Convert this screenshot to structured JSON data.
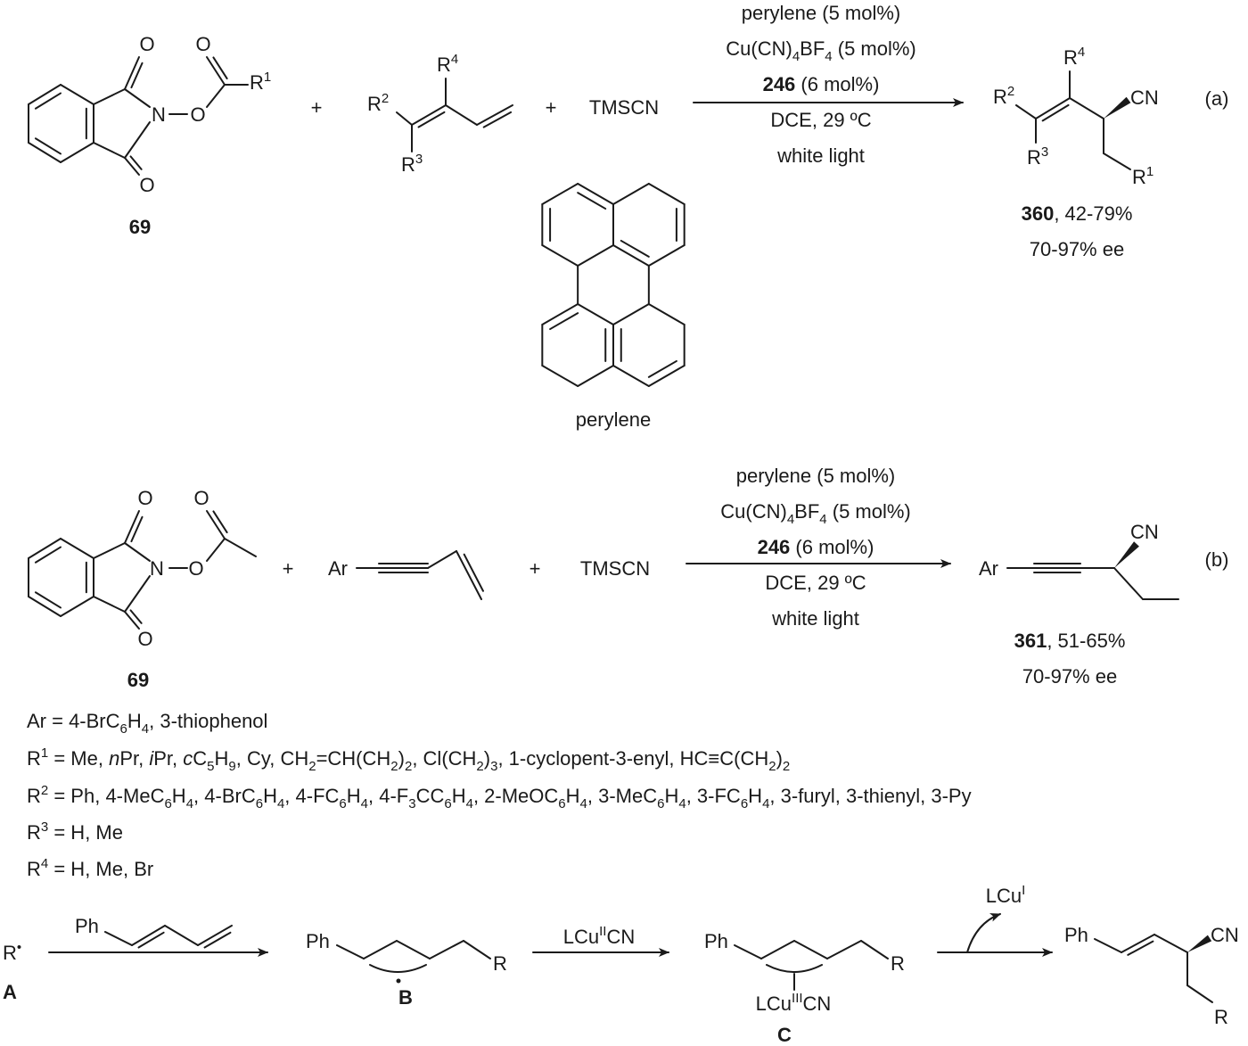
{
  "scheme_a": {
    "reactant_label": "69",
    "atoms": {
      "o_top": "O",
      "o_bottom": "O",
      "n": "N",
      "o_link": "O",
      "o_ester": "O"
    },
    "r1": [
      {
        "t": "R"
      },
      {
        "t": "1",
        "s": "sup"
      }
    ],
    "plus1": "+",
    "plus2": "+",
    "diene_r2": [
      {
        "t": "R"
      },
      {
        "t": "2",
        "s": "sup"
      }
    ],
    "diene_r3": [
      {
        "t": "R"
      },
      {
        "t": "3",
        "s": "sup"
      }
    ],
    "diene_r4": [
      {
        "t": "R"
      },
      {
        "t": "4",
        "s": "sup"
      }
    ],
    "tmscn": "TMSCN",
    "conditions": [
      [
        {
          "t": "perylene (5 mol%)"
        }
      ],
      [
        {
          "t": "Cu(CN)"
        },
        {
          "t": "4",
          "s": "sub"
        },
        {
          "t": "BF"
        },
        {
          "t": "4",
          "s": "sub"
        },
        {
          "t": " (5 mol%)"
        }
      ],
      [
        {
          "t": "246",
          "s": "b"
        },
        {
          "t": " (6 mol%)"
        }
      ],
      [
        {
          "t": "DCE, 29 ºC"
        }
      ],
      [
        {
          "t": "white light"
        }
      ]
    ],
    "product_r2": [
      {
        "t": "R"
      },
      {
        "t": "2",
        "s": "sup"
      }
    ],
    "product_r3": [
      {
        "t": "R"
      },
      {
        "t": "3",
        "s": "sup"
      }
    ],
    "product_r4": [
      {
        "t": "R"
      },
      {
        "t": "4",
        "s": "sup"
      }
    ],
    "product_r1": [
      {
        "t": "R"
      },
      {
        "t": "1",
        "s": "sup"
      }
    ],
    "product_cn": "CN",
    "tag": "(a)",
    "yield": [
      {
        "t": "360",
        "s": "b"
      },
      {
        "t": ", 42-79%"
      }
    ],
    "ee": "70-97% ee",
    "perylene_label": "perylene"
  },
  "scheme_b": {
    "reactant_label": "69",
    "atoms": {
      "o_top": "O",
      "o_bottom": "O",
      "n": "N",
      "o_link": "O",
      "o_ester": "O"
    },
    "plus1": "+",
    "plus2": "+",
    "ar": "Ar",
    "tmscn": "TMSCN",
    "conditions": [
      [
        {
          "t": "perylene (5 mol%)"
        }
      ],
      [
        {
          "t": "Cu(CN)"
        },
        {
          "t": "4",
          "s": "sub"
        },
        {
          "t": "BF"
        },
        {
          "t": "4",
          "s": "sub"
        },
        {
          "t": " (5 mol%)"
        }
      ],
      [
        {
          "t": "246",
          "s": "b"
        },
        {
          "t": " (6 mol%)"
        }
      ],
      [
        {
          "t": "DCE, 29 ºC"
        }
      ],
      [
        {
          "t": "white light"
        }
      ]
    ],
    "product_ar": "Ar",
    "product_cn": "CN",
    "tag": "(b)",
    "yield": [
      {
        "t": "361",
        "s": "b"
      },
      {
        "t": ", 51-65%"
      }
    ],
    "ee": "70-97% ee"
  },
  "substituents": [
    [
      {
        "t": "Ar = 4-BrC"
      },
      {
        "t": "6",
        "s": "sub"
      },
      {
        "t": "H"
      },
      {
        "t": "4",
        "s": "sub"
      },
      {
        "t": ", 3-thiophenol"
      }
    ],
    [
      {
        "t": "R"
      },
      {
        "t": "1",
        "s": "sup"
      },
      {
        "t": " = Me, "
      },
      {
        "t": "n",
        "s": "i"
      },
      {
        "t": "Pr, "
      },
      {
        "t": "i",
        "s": "i"
      },
      {
        "t": "Pr, "
      },
      {
        "t": "c",
        "s": "i"
      },
      {
        "t": "C"
      },
      {
        "t": "5",
        "s": "sub"
      },
      {
        "t": "H"
      },
      {
        "t": "9",
        "s": "sub"
      },
      {
        "t": ", Cy, CH"
      },
      {
        "t": "2",
        "s": "sub"
      },
      {
        "t": "=CH(CH"
      },
      {
        "t": "2",
        "s": "sub"
      },
      {
        "t": ")"
      },
      {
        "t": "2",
        "s": "sub"
      },
      {
        "t": ", Cl(CH"
      },
      {
        "t": "2",
        "s": "sub"
      },
      {
        "t": ")"
      },
      {
        "t": "3",
        "s": "sub"
      },
      {
        "t": ", 1-cyclopent-3-enyl, HC≡C(CH"
      },
      {
        "t": "2",
        "s": "sub"
      },
      {
        "t": ")"
      },
      {
        "t": "2",
        "s": "sub"
      }
    ],
    [
      {
        "t": "R"
      },
      {
        "t": "2",
        "s": "sup"
      },
      {
        "t": " = Ph, 4-MeC"
      },
      {
        "t": "6",
        "s": "sub"
      },
      {
        "t": "H"
      },
      {
        "t": "4",
        "s": "sub"
      },
      {
        "t": ", 4-BrC"
      },
      {
        "t": "6",
        "s": "sub"
      },
      {
        "t": "H"
      },
      {
        "t": "4",
        "s": "sub"
      },
      {
        "t": ", 4-FC"
      },
      {
        "t": "6",
        "s": "sub"
      },
      {
        "t": "H"
      },
      {
        "t": "4",
        "s": "sub"
      },
      {
        "t": ", 4-F"
      },
      {
        "t": "3",
        "s": "sub"
      },
      {
        "t": "CC"
      },
      {
        "t": "6",
        "s": "sub"
      },
      {
        "t": "H"
      },
      {
        "t": "4",
        "s": "sub"
      },
      {
        "t": ", 2-MeOC"
      },
      {
        "t": "6",
        "s": "sub"
      },
      {
        "t": "H"
      },
      {
        "t": "4",
        "s": "sub"
      },
      {
        "t": ", 3-MeC"
      },
      {
        "t": "6",
        "s": "sub"
      },
      {
        "t": "H"
      },
      {
        "t": "4",
        "s": "sub"
      },
      {
        "t": ", 3-FC"
      },
      {
        "t": "6",
        "s": "sub"
      },
      {
        "t": "H"
      },
      {
        "t": "4",
        "s": "sub"
      },
      {
        "t": ", 3-furyl, 3-thienyl, 3-Py"
      }
    ],
    [
      {
        "t": "R"
      },
      {
        "t": "3",
        "s": "sup"
      },
      {
        "t": " = H, Me"
      }
    ],
    [
      {
        "t": "R"
      },
      {
        "t": "4",
        "s": "sup"
      },
      {
        "t": " = H, Me, Br"
      }
    ]
  ],
  "mechanism": {
    "radical": [
      {
        "t": "R"
      },
      {
        "t": "•",
        "s": "sup"
      }
    ],
    "label_a": "A",
    "diene_ph": "Ph",
    "b_ph": "Ph",
    "b_r": "R",
    "label_b": "B",
    "reagent": [
      {
        "t": "LCu"
      },
      {
        "t": "II",
        "s": "sup"
      },
      {
        "t": "CN"
      }
    ],
    "c_ph": "Ph",
    "c_r": "R",
    "c_cu": [
      {
        "t": "LCu"
      },
      {
        "t": "III",
        "s": "sup"
      },
      {
        "t": "CN"
      }
    ],
    "label_c": "C",
    "released": [
      {
        "t": "LCu"
      },
      {
        "t": "I",
        "s": "sup"
      }
    ],
    "product_ph": "Ph",
    "product_cn": "CN",
    "product_r": "R"
  }
}
